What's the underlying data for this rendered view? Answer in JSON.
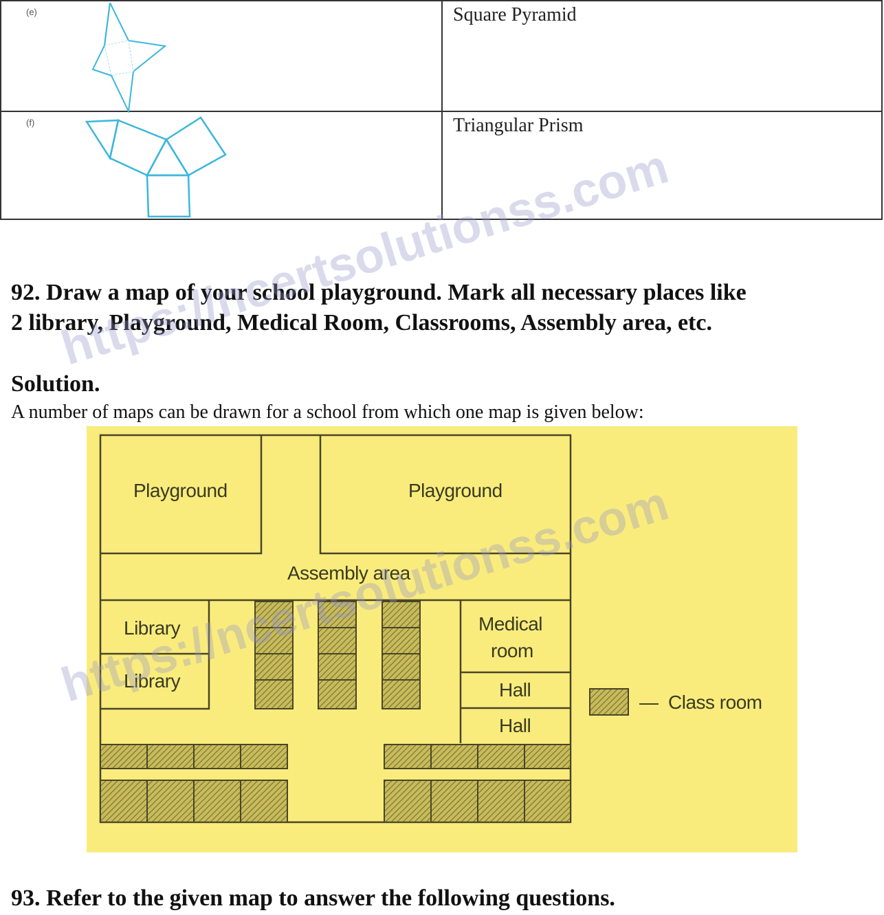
{
  "table": {
    "rows": [
      {
        "label": "(e)",
        "net_icon": "square-pyramid-net-icon",
        "name": "Square Pyramid"
      },
      {
        "label": "(f)",
        "net_icon": "triangular-prism-net-icon",
        "name": "Triangular Prism"
      }
    ]
  },
  "question92": {
    "line1": "92.  Draw a map of your school playground. Mark all necessary places like",
    "line2": "2 library, Playground, Medical Room, Classrooms, Assembly area, etc."
  },
  "solution": {
    "heading": "Solution.",
    "text": "A number of maps can be drawn for a school from which one map is given below:"
  },
  "map": {
    "background_color": "#f9ec7d",
    "labels": {
      "playground_left": "Playground",
      "playground_right": "Playground",
      "assembly": "Assembly area",
      "library1": "Library",
      "library2": "Library",
      "medical_line1": "Medical",
      "medical_line2": "room",
      "hall1": "Hall",
      "hall2": "Hall"
    },
    "legend": {
      "dash": "—",
      "label": "Class room"
    }
  },
  "watermark": "https://ncertsolutionss.com",
  "question93": "93. Refer to the given map to answer the following questions."
}
